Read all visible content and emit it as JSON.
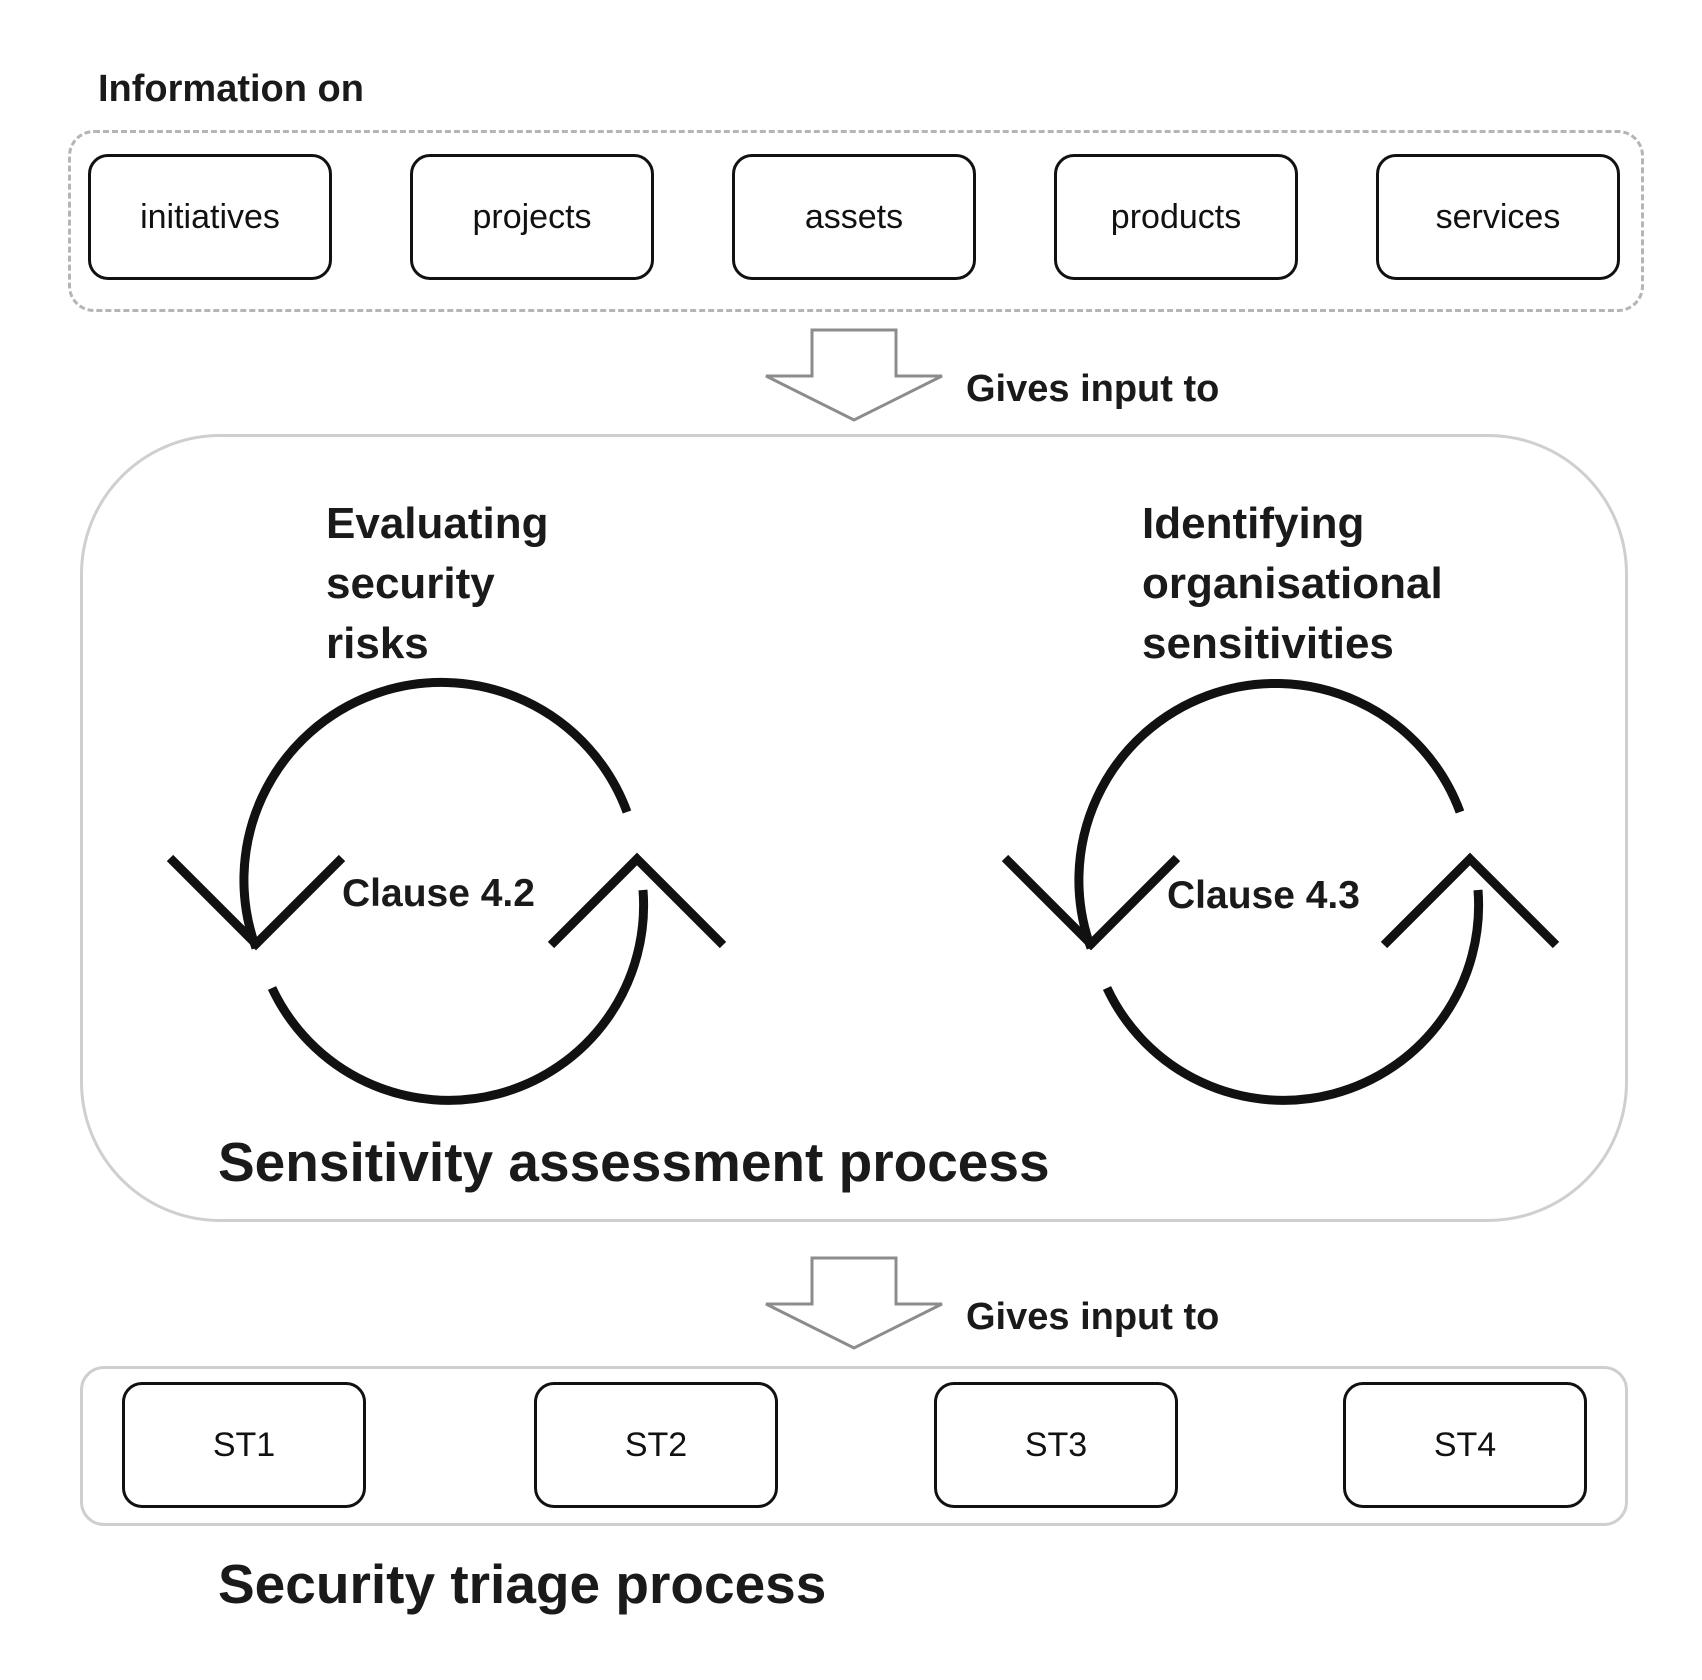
{
  "information": {
    "title": "Information on",
    "items": [
      "initiatives",
      "projects",
      "assets",
      "products",
      "services"
    ]
  },
  "arrows": {
    "first_label": "Gives input to",
    "second_label": "Gives input to"
  },
  "sensitivity": {
    "title": "Sensitivity assessment process",
    "left_cycle": {
      "label_lines": [
        "Evaluating",
        "security",
        "risks"
      ],
      "clause": "Clause 4.2"
    },
    "right_cycle": {
      "label_lines": [
        "Identifying",
        "organisational",
        "sensitivities"
      ],
      "clause": "Clause 4.3"
    }
  },
  "triage": {
    "title": "Security triage process",
    "items": [
      "ST1",
      "ST2",
      "ST3",
      "ST4"
    ]
  },
  "colors": {
    "dashed_border": "#b5b5b5",
    "panel_border": "#cfcfcf",
    "arrow_outline": "#8c8c8c",
    "ink": "#111111"
  }
}
